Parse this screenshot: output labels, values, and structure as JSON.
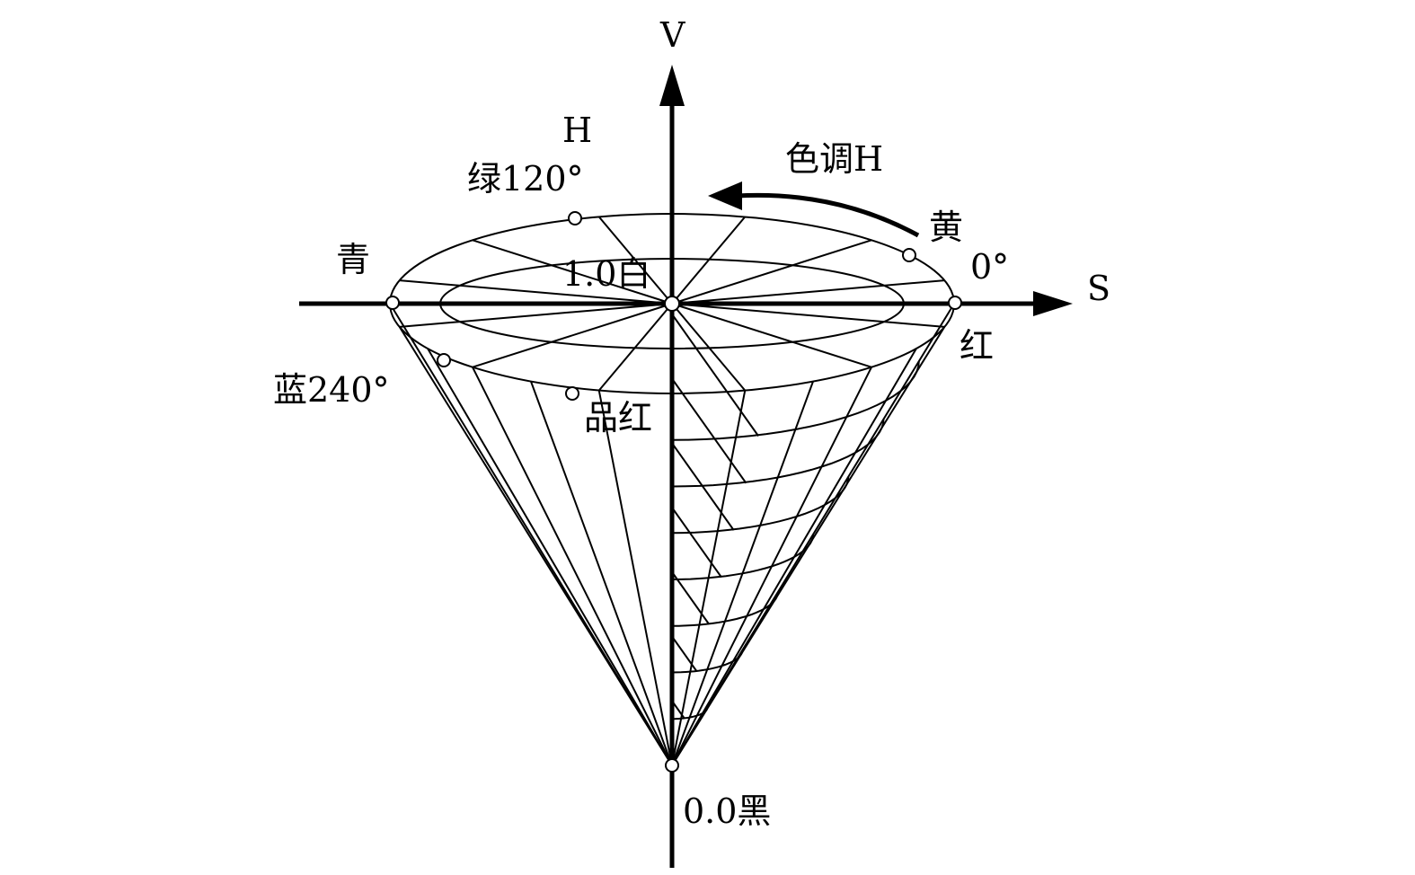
{
  "axes": {
    "v_label": "V",
    "s_label": "S"
  },
  "hue": {
    "h_label": "H",
    "arrow_label": "色调H"
  },
  "points": {
    "green": "绿120°",
    "yellow": "黄",
    "yellow_angle": "0°",
    "cyan": "青",
    "red": "红",
    "blue": "蓝240°",
    "magenta": "品红",
    "white": "1.0白",
    "black": "0.0黑"
  },
  "colors": {
    "line": "#000000",
    "background": "#ffffff"
  }
}
